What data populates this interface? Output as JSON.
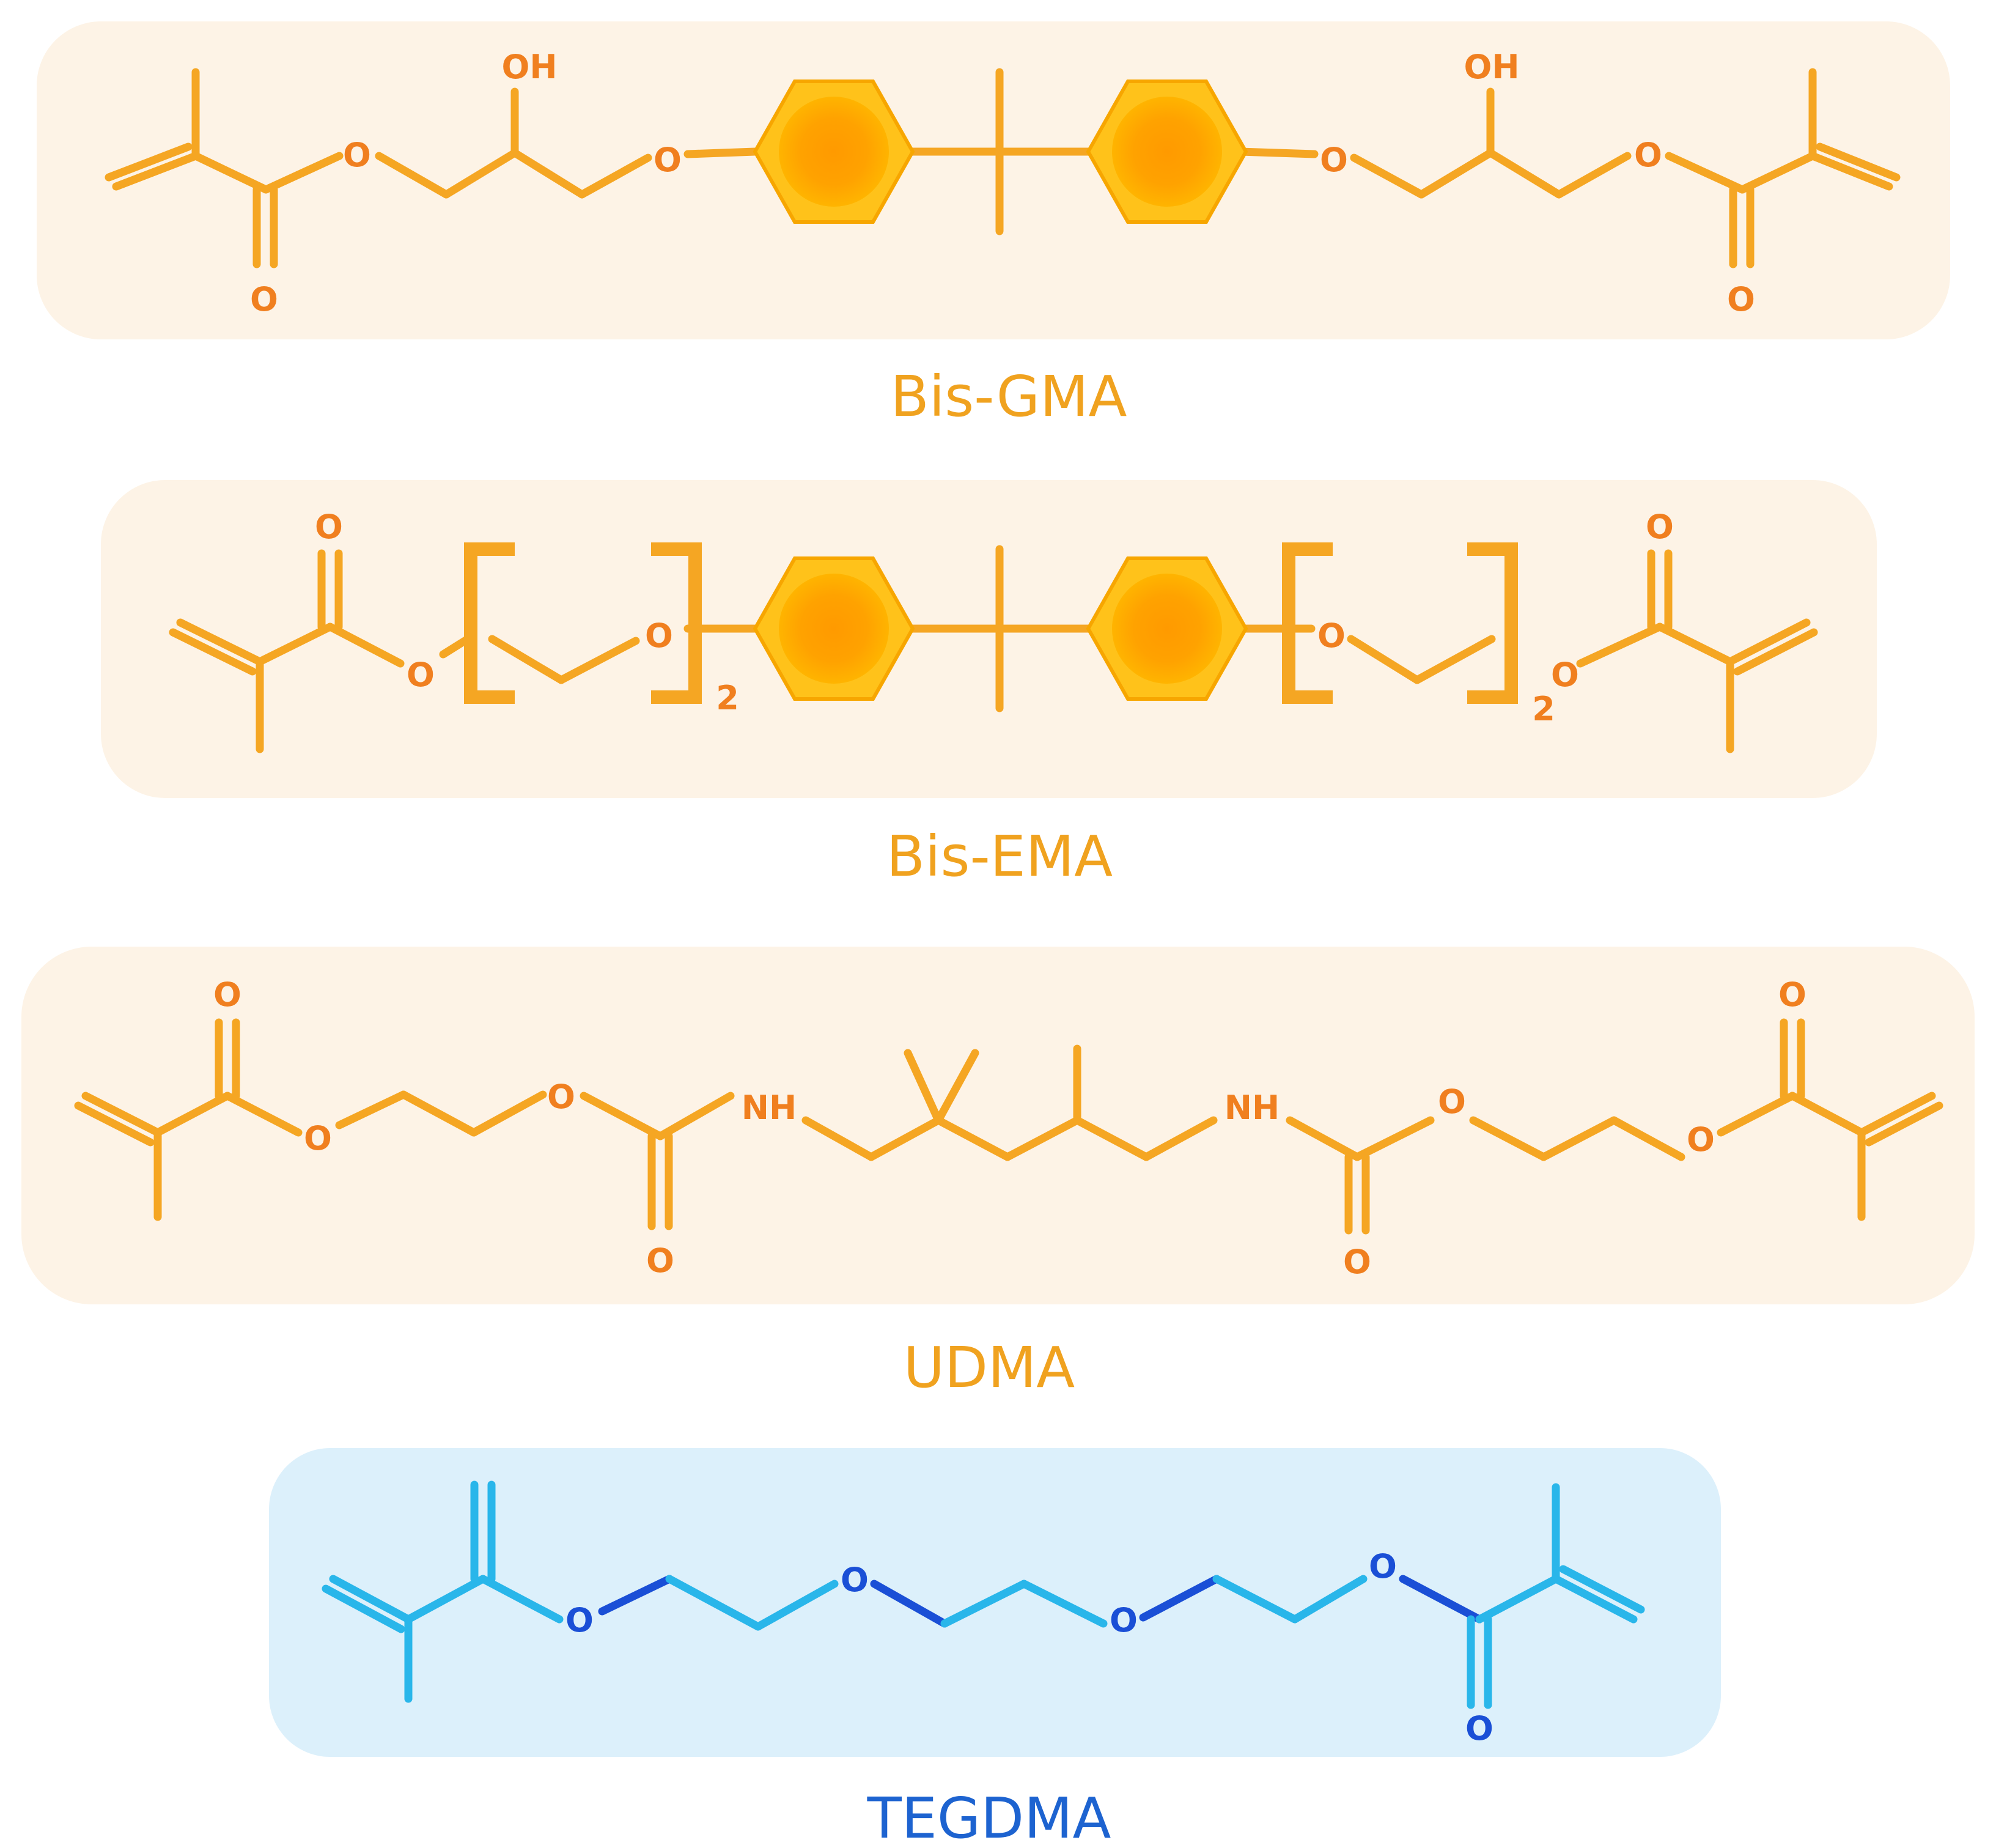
{
  "colors": {
    "warm_panel": "#fdf3e6",
    "cool_panel": "#dcf0fb",
    "orange": "#f5a623",
    "orange_atom": "#f07f1f",
    "ring_outer": "#ffc21a",
    "ring_inner": "#ff9d00",
    "cyan": "#29b6ea",
    "blue": "#1a4fd6",
    "label_orange": "#f0a21f",
    "label_blue": "#1d63d0"
  },
  "molecules": [
    {
      "id": "bis-gma",
      "name": "Bis-GMA",
      "atoms": {
        "oh": "OH",
        "o": "O"
      }
    },
    {
      "id": "bis-ema",
      "name": "Bis-EMA",
      "atoms": {
        "o": "O",
        "sub": "2"
      }
    },
    {
      "id": "udma",
      "name": "UDMA",
      "atoms": {
        "nh": "NH",
        "o": "O"
      }
    },
    {
      "id": "tegdma",
      "name": "TEGDMA",
      "atoms": {
        "o": "O"
      }
    }
  ]
}
